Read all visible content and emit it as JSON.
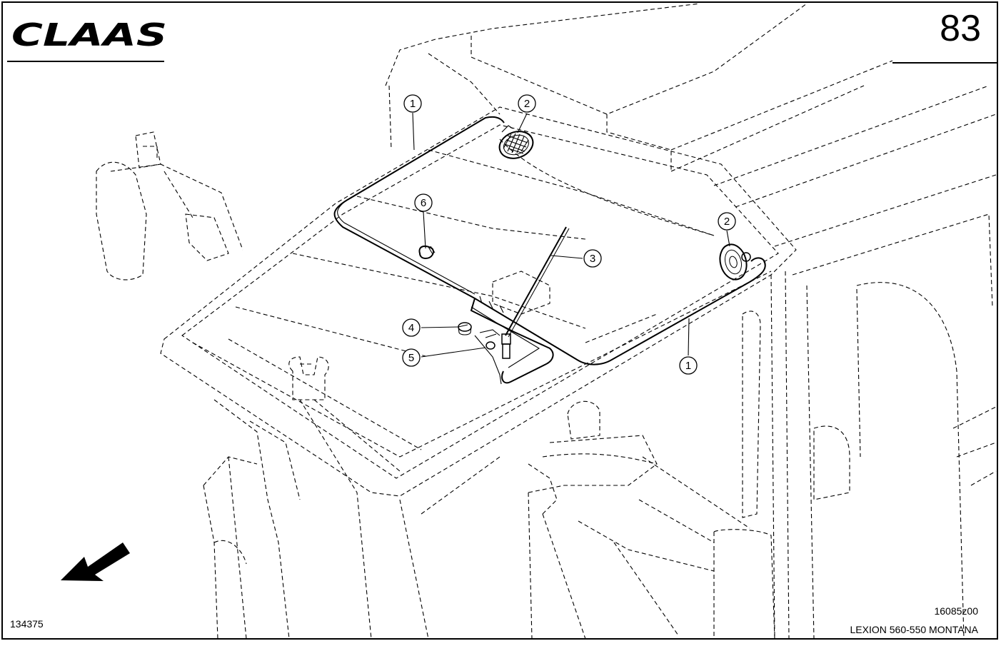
{
  "header": {
    "logo_text": "CLAAS",
    "page_number": "83"
  },
  "footer": {
    "doc_number": "134375",
    "figure_code": "16085z00",
    "model": "LEXION 560-550 MONTANA"
  },
  "callouts": [
    {
      "id": "1a",
      "label": "1"
    },
    {
      "id": "2a",
      "label": "2"
    },
    {
      "id": "6",
      "label": "6"
    },
    {
      "id": "2b",
      "label": "2"
    },
    {
      "id": "3",
      "label": "3"
    },
    {
      "id": "4",
      "label": "4"
    },
    {
      "id": "5",
      "label": "5"
    },
    {
      "id": "1b",
      "label": "1"
    }
  ]
}
